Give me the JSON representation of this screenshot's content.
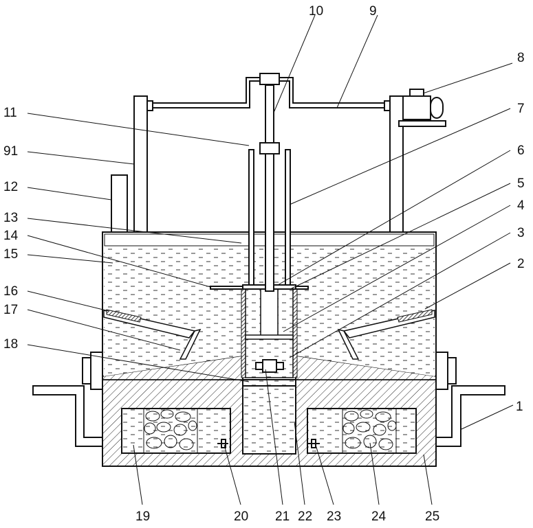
{
  "diagram": {
    "labels": [
      "1",
      "2",
      "3",
      "4",
      "5",
      "6",
      "7",
      "8",
      "9",
      "10",
      "11",
      "91",
      "12",
      "13",
      "14",
      "15",
      "16",
      "17",
      "18",
      "19",
      "20",
      "21",
      "22",
      "23",
      "24",
      "25"
    ]
  }
}
